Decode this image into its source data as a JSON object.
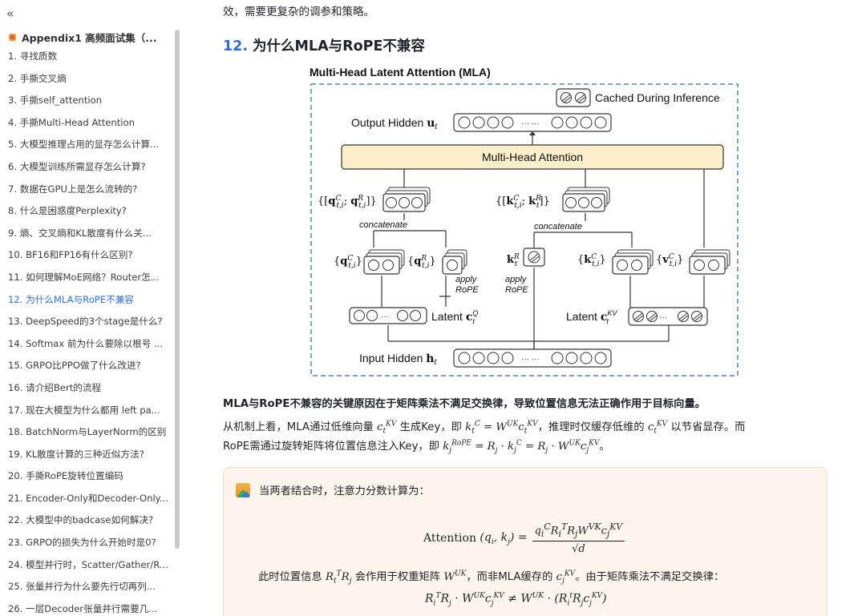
{
  "sidebar": {
    "collapse_icon": "double-chevron-left-icon",
    "header": "Appendix1 高频面试集（...",
    "items": [
      "1. 寻找质数",
      "2. 手撕交叉熵",
      "3. 手撕self_attention",
      "4. 手撕Multi-Head Attention",
      "5. 大模型推理占用的显存怎么计算...",
      "6. 大模型训练所需显存怎么计算?",
      "7. 数据在GPU上是怎么流转的?",
      "8. 什么是困惑度Perplexity?",
      "9. 熵、交叉熵和KL散度有什么关...",
      "10. BF16和FP16有什么区别?",
      "11. 如何理解MoE网络？Router怎...",
      "12. 为什么MLA与RoPE不兼容",
      "13. DeepSpeed的3个stage是什么?",
      "14. Softmax 前为什么要除以根号 ...",
      "15. GRPO比PPO做了什么改进?",
      "16. 请介绍Bert的流程",
      "17. 现在大模型为什么都用 left pa...",
      "18. BatchNorm与LayerNorm的区别",
      "19. KL散度计算的三种近似方法?",
      "20. 手撕RoPE旋转位置编码",
      "21. Encoder-Only和Decoder-Only...",
      "22. 大模型中的badcase如何解决?",
      "23. GRPO的损失为什么开始时是0?",
      "24. 模型并行时，Scatter/Gather/R...",
      "25. 张量并行为什么要先行切再列...",
      "26. 一层Decoder张量并行需要几..."
    ],
    "active_index": 11
  },
  "main": {
    "top_text": "效，需要更复杂的调参和策略。",
    "heading_num": "12.",
    "heading_text": "为什么MLA与RoPE不兼容",
    "bold_line": "MLA与RoPE不兼容的关键原因在于矩阵乘法不满足交换律，导致位置信息无法正确作用于目标向量。",
    "para1_a": "从机制上看，MLA通过低维向量 ",
    "para1_b": " 生成Key，即 ",
    "para1_c": "，推理时仅缓存低维的 ",
    "para1_d": " 以节省显存。而",
    "para2_a": "RoPE需通过旋转矩阵将位置信息注入Key，即 ",
    "para2_b": "。",
    "callout_title": "当两者结合时，注意力分数计算为：",
    "callout_line_a": "此时位置信息 ",
    "callout_line_b": " 会作用于权重矩阵 ",
    "callout_line_c": "，而非MLA缓存的 ",
    "callout_line_d": "。由于矩阵乘法不满足交换律："
  },
  "figure": {
    "title": "Multi-Head Latent Attention (MLA)",
    "cached_label": "Cached During Inference",
    "output_label": "Output Hidden",
    "mha_label": "Multi-Head Attention",
    "concatenate": "concatenate",
    "apply_rope": "apply",
    "rope": "RoPE",
    "latent_label": "Latent",
    "input_label": "Input Hidden",
    "ellipsis": "··· ···"
  }
}
